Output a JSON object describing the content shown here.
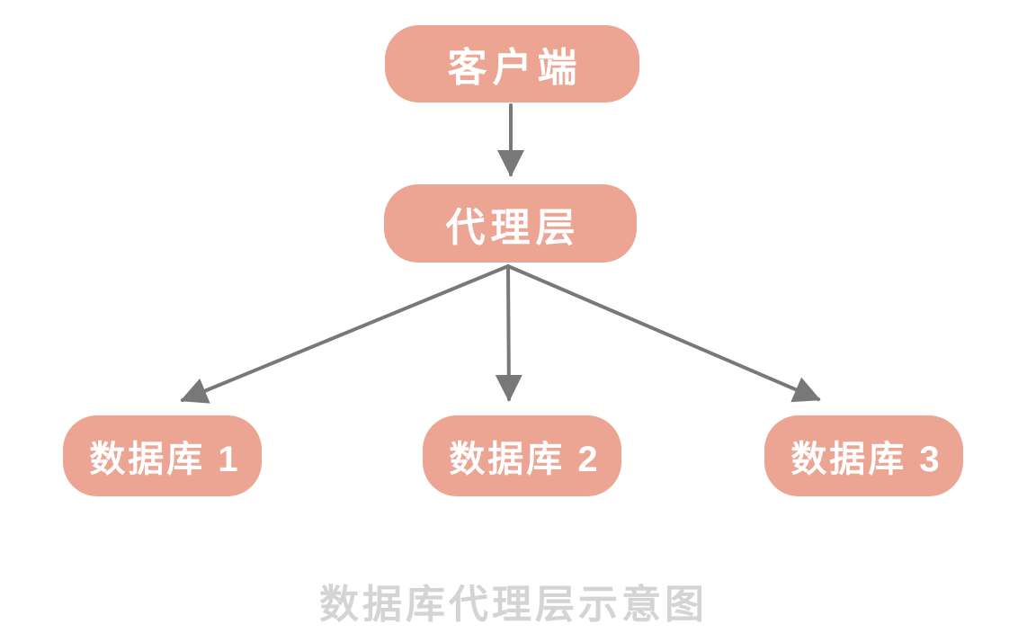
{
  "diagram": {
    "nodes": [
      {
        "id": "client",
        "label": "客户端"
      },
      {
        "id": "proxy",
        "label": "代理层"
      },
      {
        "id": "db1",
        "label": "数据库 1"
      },
      {
        "id": "db2",
        "label": "数据库 2"
      },
      {
        "id": "db3",
        "label": "数据库 3"
      }
    ],
    "edges": [
      {
        "from": "client",
        "to": "proxy"
      },
      {
        "from": "proxy",
        "to": "db1"
      },
      {
        "from": "proxy",
        "to": "db2"
      },
      {
        "from": "proxy",
        "to": "db3"
      }
    ],
    "caption": "数据库代理层示意图",
    "colors": {
      "node_fill": "#ECA493",
      "node_text": "#FFFFFF",
      "arrow": "#787878",
      "caption_text": "#D4D4D4",
      "background": "#FFFFFF"
    }
  }
}
